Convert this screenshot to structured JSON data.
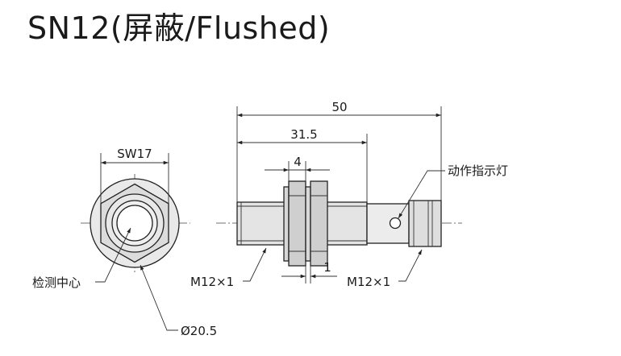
{
  "title": "SN12(屏蔽/Flushed)",
  "front_view": {
    "hex_size_label": "SW17",
    "center_label": "检测中心",
    "diameter_label": "Ø20.5"
  },
  "side_view": {
    "overall_length": "50",
    "thread_length": "31.5",
    "nut_width": "4",
    "washer_thickness": "1",
    "thread_label_left": "M12×1",
    "thread_label_right": "M12×1",
    "indicator_label": "动作指示灯"
  },
  "colors": {
    "body_fill": "#e6e6e6",
    "nut_fill": "#d2d2d2",
    "line": "#222222"
  }
}
